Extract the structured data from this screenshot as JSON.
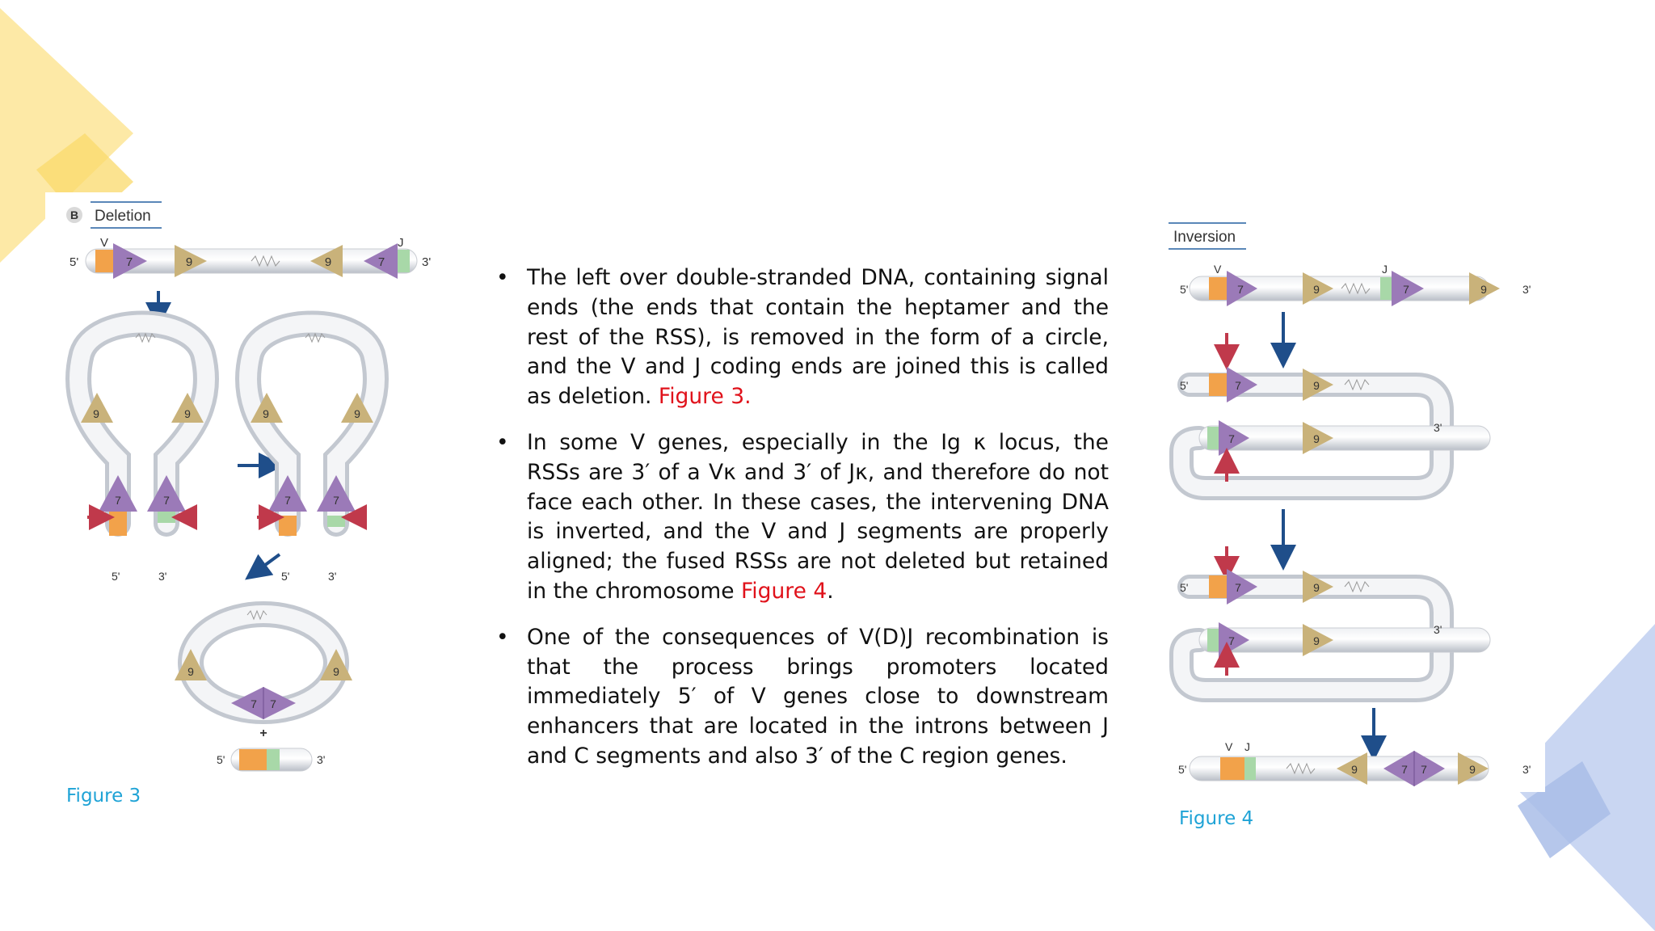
{
  "colors": {
    "deco_yellow": "#fde9a6",
    "deco_yellow_dark": "#f9d96b",
    "deco_blue": "#c9d6f2",
    "deco_blue_dark": "#a9bde8",
    "caption": "#1fa3d6",
    "reference": "#e0121b",
    "v_segment": "#f2a24a",
    "j_segment": "#a8d8a8",
    "heptamer": "#9b7ab8",
    "nonamer": "#c9b27a"
  },
  "figure3": {
    "panel_letter": "B",
    "panel_title": "Deletion",
    "caption": "Figure 3",
    "labels": {
      "five_prime": "5'",
      "three_prime": "3'",
      "v": "V",
      "j": "J",
      "hept": "7",
      "non": "9",
      "plus": "+"
    }
  },
  "figure4": {
    "panel_title": "Inversion",
    "caption": "Figure 4",
    "labels": {
      "five_prime": "5'",
      "three_prime": "3'",
      "v": "V",
      "j": "J",
      "hept": "7",
      "non": "9"
    }
  },
  "bullets": [
    {
      "text": "The left over double-stranded DNA, containing signal ends (the ends  that contain the heptamer and the rest of the RSS), is removed in the form of a circle, and the V and J coding ends are joined this is called as deletion. ",
      "ref": "Figure 3.",
      "after": ""
    },
    {
      "text": "In some V genes, especially in the Ig κ locus, the RSSs are 3′ of a Vκ and 3′ of Jκ, and therefore do not face each other. In these cases, the intervening DNA is inverted, and the V and J segments are properly aligned; the fused RSSs are not deleted but retained in the chromosome ",
      "ref": "Figure 4",
      "after": "."
    },
    {
      "text": "One of the consequences of V(D)J recombination is that the process brings promoters located immediately 5′ of V genes close to downstream enhancers that are located in the introns between J and C segments and also 3′ of the C region genes.",
      "ref": "",
      "after": ""
    }
  ]
}
